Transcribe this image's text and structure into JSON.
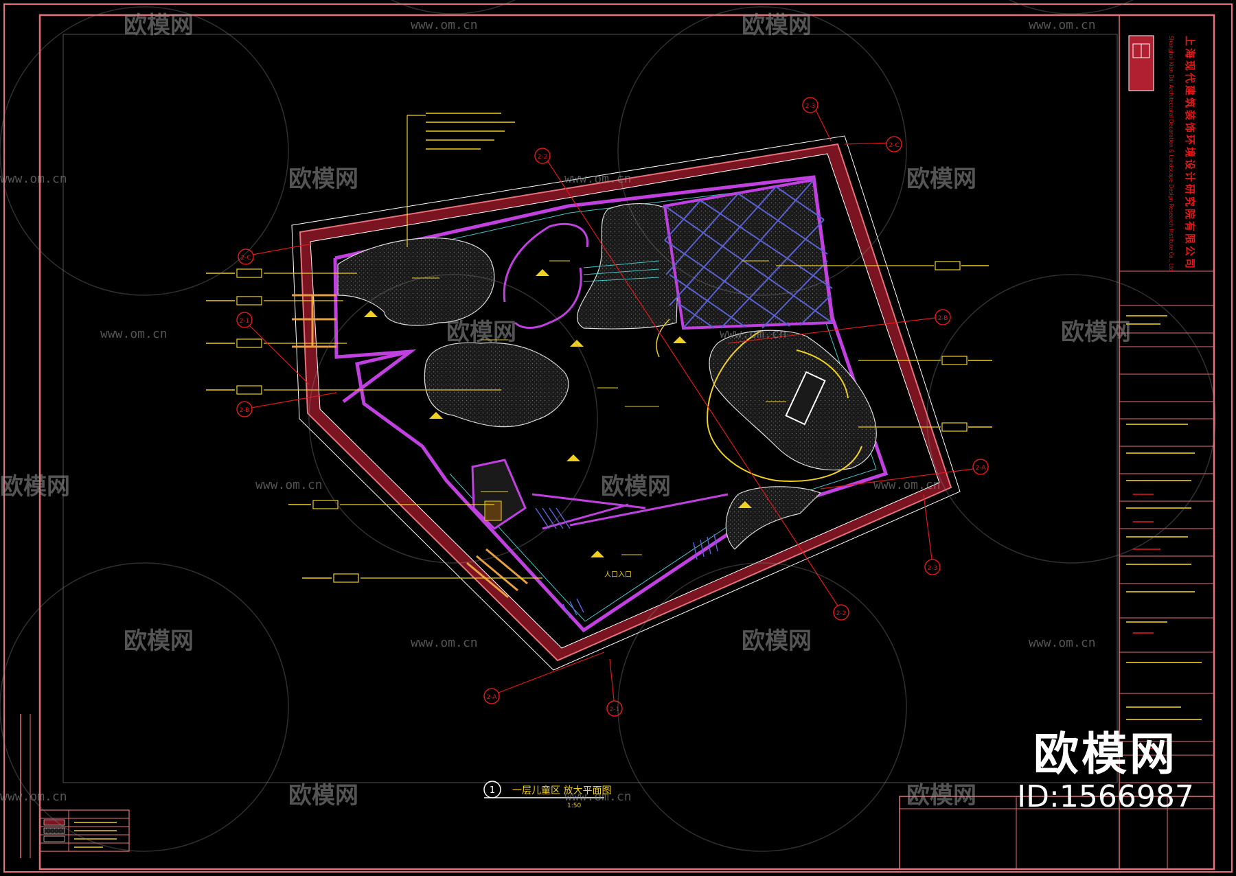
{
  "watermark": {
    "brand": "欧模网",
    "url": "www.om.cn",
    "id": "ID:1566987"
  },
  "drawing": {
    "title": "一层儿童区 放大平面图",
    "title_number": "1",
    "scale_note": "1:50",
    "entrance_label": "人口入口",
    "section_markers": [
      "2-C",
      "2-3",
      "2-2",
      "2-C",
      "2-1",
      "2-B",
      "2-B",
      "2-A",
      "2-3",
      "2-2",
      "2-A",
      "2-1"
    ]
  },
  "title_block": {
    "company_cn": "上海现代建筑装饰环境设计研究院有限公司",
    "company_en": "Shanghai Xian Dai Architectural Decoration & Landscape Design Research Institute Co., Ltd"
  },
  "colors": {
    "frame": "#e8707a",
    "wall_fill": "#7a1420",
    "purple": "#c040e0",
    "yellow": "#f0d020",
    "red": "#e01818",
    "grid_blue": "#5a60d0",
    "cyan": "#40c8c8",
    "white": "#ffffff"
  }
}
